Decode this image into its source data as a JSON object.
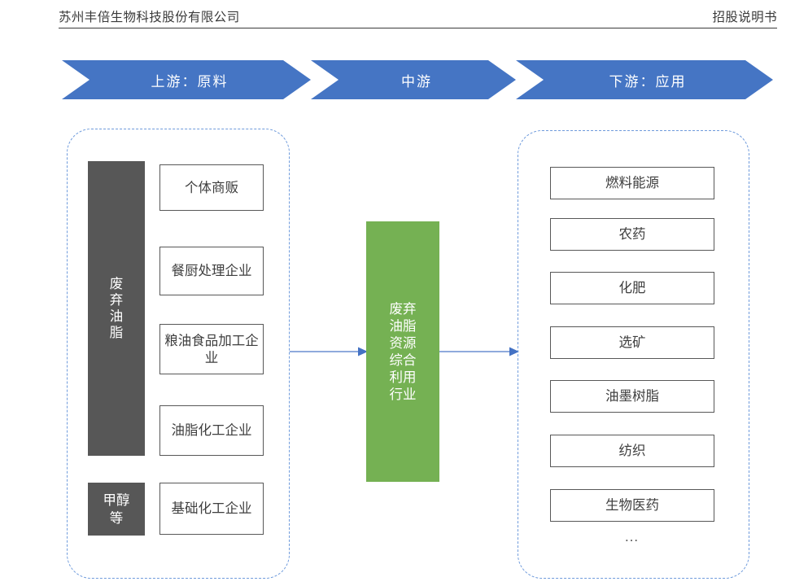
{
  "header": {
    "company": "苏州丰倍生物科技股份有限公司",
    "document": "招股说明书"
  },
  "chain_stages": [
    {
      "id": "upstream",
      "label": "上游：原料"
    },
    {
      "id": "midstream",
      "label": "中游"
    },
    {
      "id": "downstream",
      "label": "下游：应用"
    }
  ],
  "upstream": {
    "sources": [
      {
        "id": "waste-oil",
        "label": "废弃油脂"
      },
      {
        "id": "methanol",
        "label": "甲醇等"
      }
    ],
    "suppliers": [
      {
        "label": "个体商贩"
      },
      {
        "label": "餐厨处理企业"
      },
      {
        "label": "粮油食品加工企业"
      },
      {
        "label": "油脂化工企业"
      },
      {
        "label": "基础化工企业"
      }
    ]
  },
  "midstream": {
    "industry_label": "废弃油脂资源综合利用行业"
  },
  "downstream": {
    "applications": [
      {
        "label": "燃料能源"
      },
      {
        "label": "农药"
      },
      {
        "label": "化肥"
      },
      {
        "label": "选矿"
      },
      {
        "label": "油墨树脂"
      },
      {
        "label": "纺织"
      },
      {
        "label": "生物医药"
      }
    ],
    "ellipsis": "…"
  },
  "colors": {
    "chevron_blue": "#4575c4",
    "dashed_blue": "#6f9bdc",
    "arrow_blue": "#8faadc",
    "source_gray": "#575757",
    "industry_green": "#75b153",
    "box_border": "#585858"
  }
}
